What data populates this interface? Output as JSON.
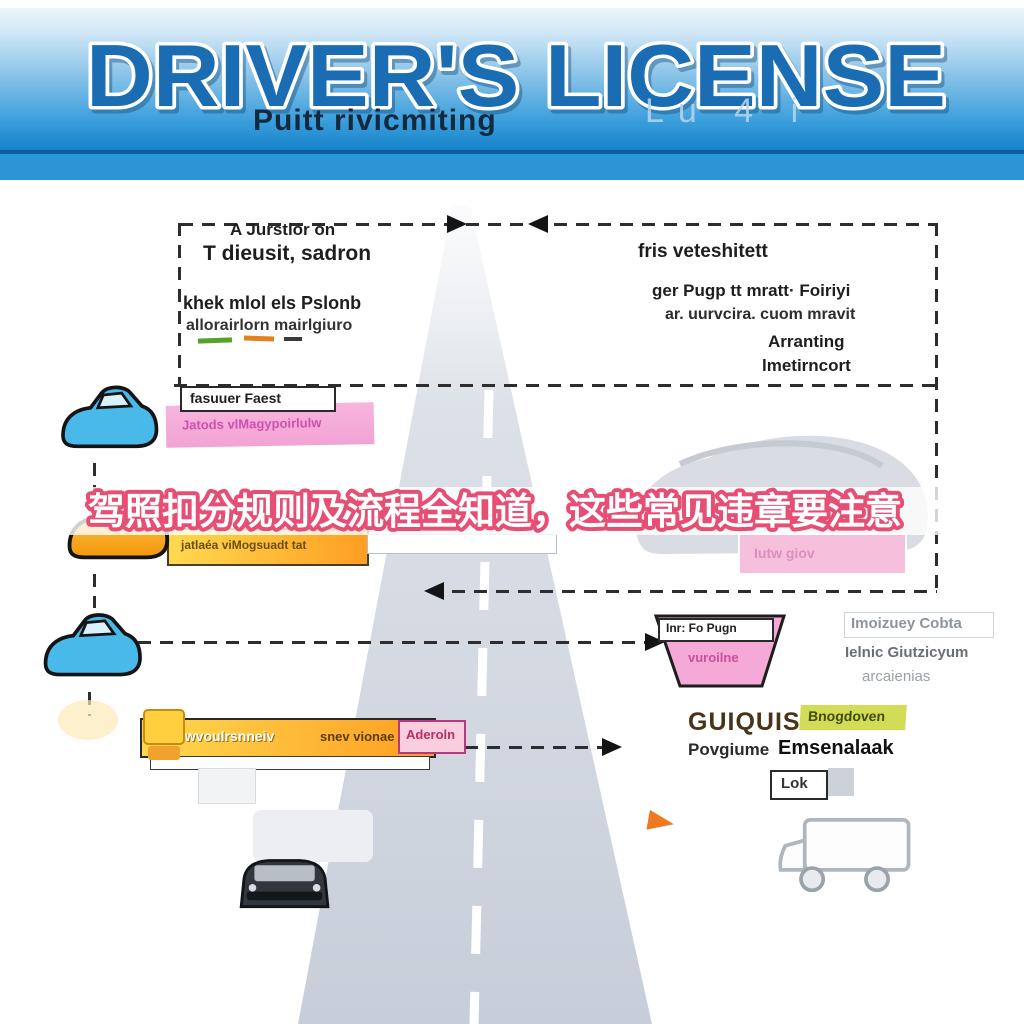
{
  "header": {
    "title": "DRIVER'S LICENSE",
    "subtitle": "Puitt rivicmiting",
    "ghost_text": "Lu 4 i"
  },
  "overlay": {
    "headline": "驾照扣分规则及流程全知道，这些常见违章要注意"
  },
  "flow": {
    "left_step1_line1": "A Jurstlor on",
    "left_step1_line2": "T dieusit, sadron",
    "left_step2_line1": "khek mlol els Pslonb",
    "left_step2_line2": "allorairlorn mairlgiuro",
    "pink_label": "fasuuer Faest",
    "pink_ribbon_text": "Jatods vlMagypoirlulw",
    "yellow_ribbon_text": "jatlaéa viMogsuadt tat",
    "right_step1": "fris veteshitett",
    "right_step2_line1": "ger Pugp tt mratt· Foiriyi",
    "right_step2_line2": "ar. uurvcira. cuom mravit",
    "right_step3_line1": "Arranting",
    "right_step3_line2": "lmetirncort",
    "pink_box_text": "Iutw giov",
    "trapezoid_label": "Inr: Fo Pugn",
    "trapezoid_text": "vuroilne",
    "ghost_list_line1": "Imoizuey Cobta",
    "ghost_list_line2": "Ielnic Giutzicyum",
    "ghost_list_line3": "arcaienias",
    "bold_word": "GUIQUIS",
    "green_tag": "Bnogdoven",
    "bold_line2_a": "Povgiume",
    "bold_line2_b": "Emsenalaak",
    "lok_label": "Lok",
    "orange_bar_text_a": "fast wvoulrsnneiv",
    "orange_bar_text_b": "snev vionae",
    "pink_tag": "Aderoln"
  },
  "colors": {
    "banner_blue": "#1583cb",
    "title_blue": "#1a6cb3",
    "headline_stroke": "#e64e74",
    "ribbon_pink": "#f2a3d4",
    "ribbon_orange": "#ff9e22",
    "car_blue": "#49b9e9",
    "car_orange": "#ffb838"
  }
}
